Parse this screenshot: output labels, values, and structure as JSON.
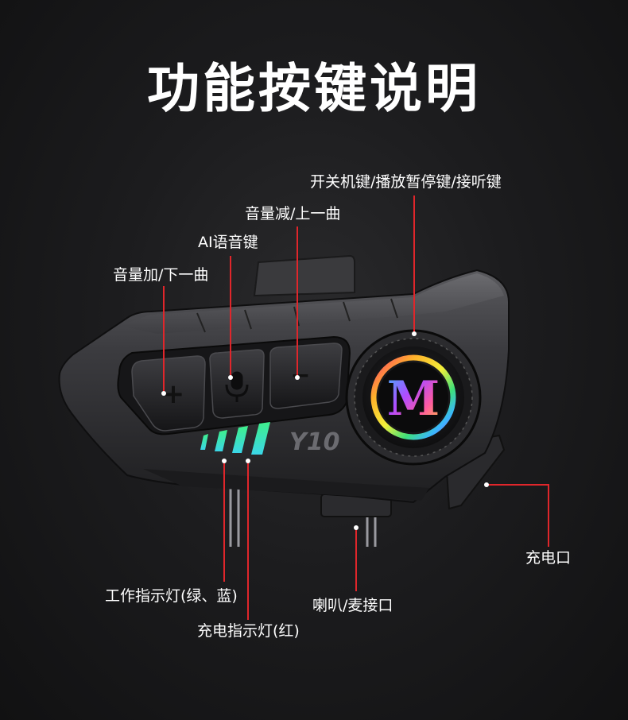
{
  "title": "功能按键说明",
  "labels": {
    "power": "开关机键/播放暂停键/接听键",
    "vol_down": "音量减/上一曲",
    "ai_voice": "AI语音键",
    "vol_up": "音量加/下一曲",
    "charge_port": "充电口",
    "work_led": "工作指示灯(绿、蓝)",
    "speaker_port": "喇叭/麦接口",
    "charge_led": "充电指示灯(红)"
  },
  "device": {
    "logo_text": "Y10",
    "plus_symbol": "+",
    "minus_symbol": "−",
    "center_logo": "M"
  },
  "colors": {
    "leader_line": "#e0262b",
    "body": "#3a3a3d",
    "led_green": "#35e08a",
    "led_cyan": "#3bd6e8"
  },
  "icons": [
    "microphone-icon",
    "m-logo-icon"
  ]
}
